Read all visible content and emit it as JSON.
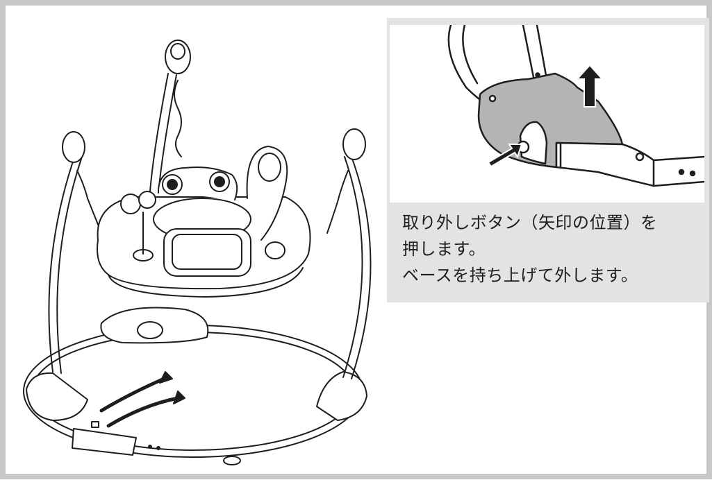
{
  "instructions": {
    "line1": "取り外しボタン（矢印の位置）を",
    "line2": "押します。",
    "line3": "ベースを持ち上げて外します。"
  },
  "colors": {
    "frame": "#c8c8c8",
    "panel": "#e3e3e3",
    "highlight": "#b4b4b4",
    "ink": "#1e1e1e"
  }
}
